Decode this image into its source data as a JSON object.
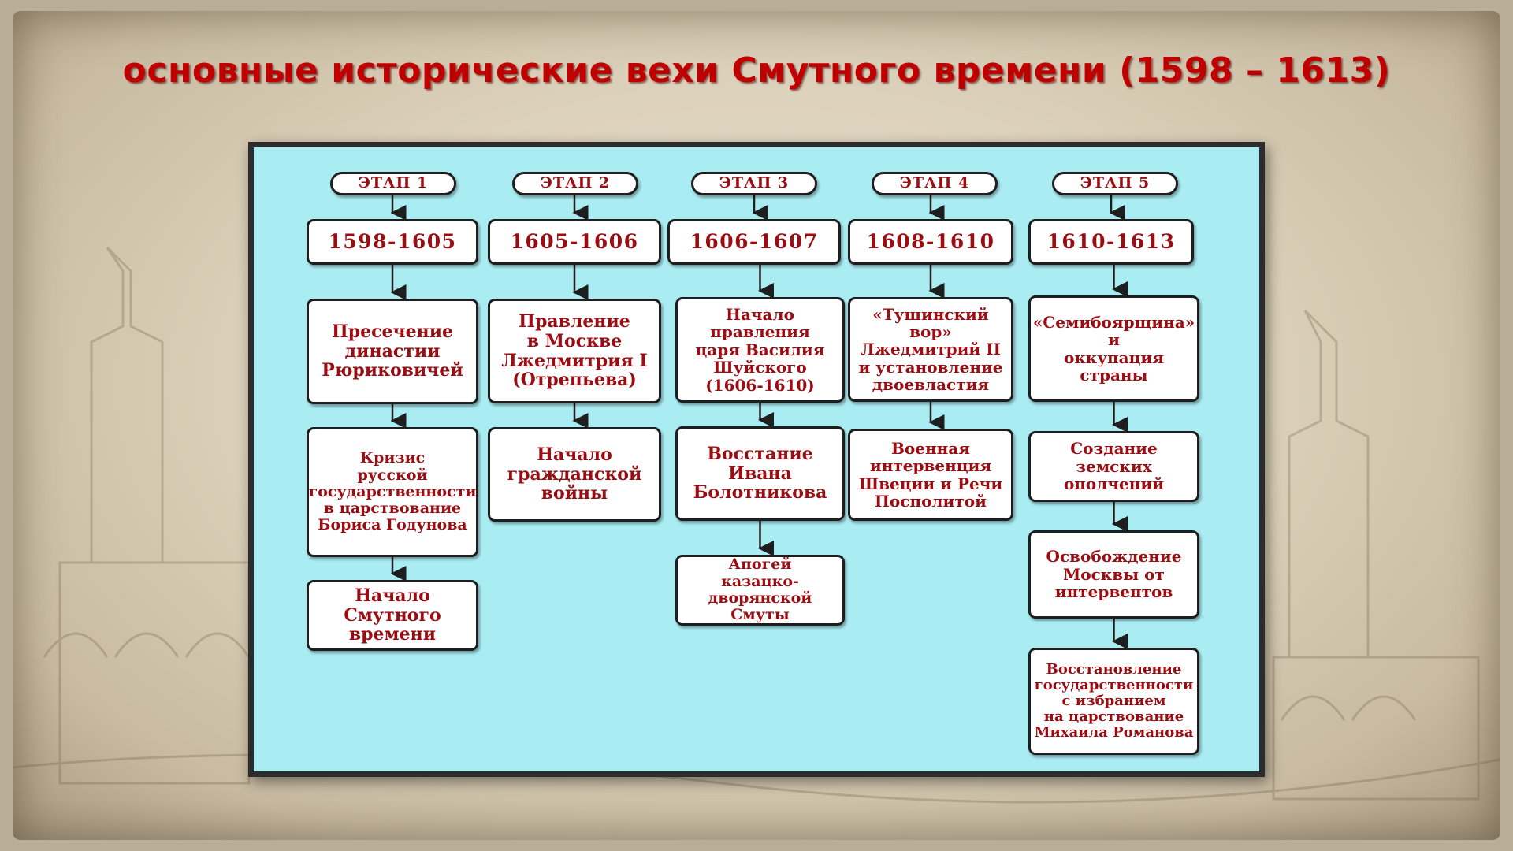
{
  "title": "основные исторические вехи Смутного времени (1598 – 1613)",
  "stages": [
    {
      "label": "ЭТАП 1",
      "years": "1598-1605",
      "events": [
        "Пресечение\nдинастии\nРюриковичей",
        "Кризис\nрусской\nгосударственности\nв царствование\nБориса Годунова",
        "Начало\nСмутного\nвремени"
      ]
    },
    {
      "label": "ЭТАП 2",
      "years": "1605-1606",
      "events": [
        "Правление\nв Москве\nЛжедмитрия I\n(Отрепьева)",
        "Начало\nгражданской\nвойны"
      ]
    },
    {
      "label": "ЭТАП 3",
      "years": "1606-1607",
      "events": [
        "Начало правления\nцаря Василия\nШуйского\n(1606-1610)",
        "Восстание\nИвана\nБолотникова",
        "Апогей\nказацко-дворянской\nСмуты"
      ]
    },
    {
      "label": "ЭТАП 4",
      "years": "1608-1610",
      "events": [
        "«Тушинский вор»\nЛжедмитрий II\nи установление\nдвоевластия",
        "Военная\nинтервенция\nШвеции и Речи\nПосполитой"
      ]
    },
    {
      "label": "ЭТАП 5",
      "years": "1610-1613",
      "events": [
        "«Семибоярщина»\nи\nоккупация\nстраны",
        "Создание земских\nополчений",
        "Освобождение\nМосквы от\nинтервентов",
        "Восстановление\nгосударственности\nс избранием\nна царствование\nМихаила Романова"
      ]
    }
  ],
  "colors": {
    "title": "#c00000",
    "box_text": "#9a0d12",
    "panel": "#a9ecf2",
    "border": "#1e1e1e"
  }
}
